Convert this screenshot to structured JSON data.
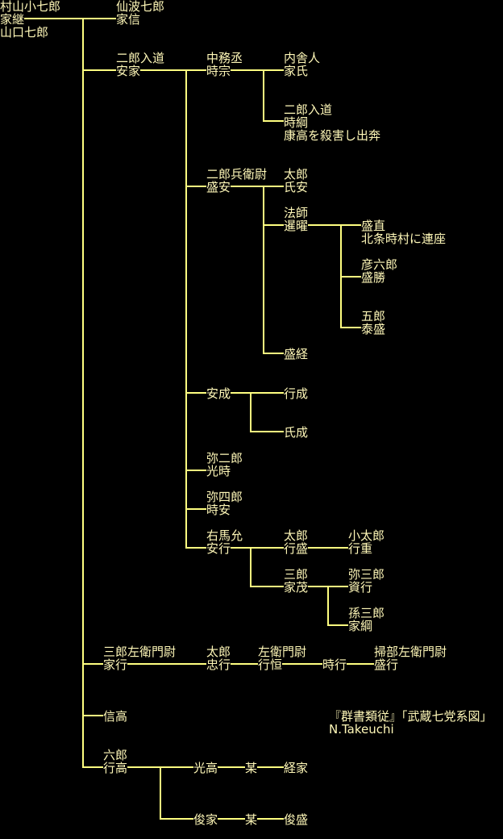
{
  "colors": {
    "line": "#ffff80",
    "text": "#fff8b8",
    "background": "#000000"
  },
  "root": {
    "title": "村山小七郎",
    "name": "家継",
    "note": "山口七郎"
  },
  "persons": {
    "iena": {
      "title": "仙波七郎",
      "name": "家信"
    },
    "yasuie": {
      "title": "二郎入道",
      "name": "安家"
    },
    "tokimune": {
      "title": "中務丞",
      "name": "時宗"
    },
    "ieuji": {
      "title": "内舎人",
      "name": "家氏"
    },
    "tokitsuna": {
      "title": "二郎入道",
      "name": "時綱",
      "note": "康高を殺害し出奔"
    },
    "moriyasu": {
      "title": "二郎兵衛尉",
      "name": "盛安"
    },
    "ujiyasu": {
      "title": "太郎",
      "name": "氏安"
    },
    "senyo": {
      "title": "法師",
      "name": "暹曜"
    },
    "morinao": {
      "name": "盛直",
      "note": "北条時村に連座"
    },
    "morikatsu": {
      "title": "彦六郎",
      "name": "盛勝"
    },
    "yasumori": {
      "title": "五郎",
      "name": "泰盛"
    },
    "moritsune": {
      "name": "盛経"
    },
    "yasunari": {
      "name": "安成"
    },
    "yukinari": {
      "name": "行成"
    },
    "ujinari": {
      "name": "氏成"
    },
    "mitsutoki": {
      "title": "弥二郎",
      "name": "光時"
    },
    "tokiyasu": {
      "title": "弥四郎",
      "name": "時安"
    },
    "yasuyuki": {
      "title": "右馬允",
      "name": "安行"
    },
    "yukimori": {
      "title": "太郎",
      "name": "行盛"
    },
    "yukishige": {
      "title": "小太郎",
      "name": "行重"
    },
    "iemochi": {
      "title": "三郎",
      "name": "家茂"
    },
    "sukeyuki": {
      "title": "弥三郎",
      "name": "資行"
    },
    "ietsuna": {
      "title": "孫三郎",
      "name": "家綱"
    },
    "ieyuki": {
      "title": "三郎左衛門尉",
      "name": "家行"
    },
    "tadayuki": {
      "title": "太郎",
      "name": "忠行"
    },
    "yukitsune": {
      "title": "左衛門尉",
      "name": "行恒"
    },
    "tokiyuki": {
      "name": "時行"
    },
    "moriyuki": {
      "title": "掃部左衛門尉",
      "name": "盛行"
    },
    "nobutaka": {
      "name": "信高"
    },
    "yukitaka": {
      "title": "六郎",
      "name": "行高"
    },
    "mitsutaka": {
      "name": "光高"
    },
    "bou1": {
      "name": "某"
    },
    "tsuneie": {
      "name": "経家"
    },
    "toshiie": {
      "name": "俊家"
    },
    "bou2": {
      "name": "某"
    },
    "toshimori": {
      "name": "俊盛"
    }
  },
  "source": {
    "citation": "『群書類従』「武蔵七党系図」",
    "author": "N.Takeuchi"
  }
}
